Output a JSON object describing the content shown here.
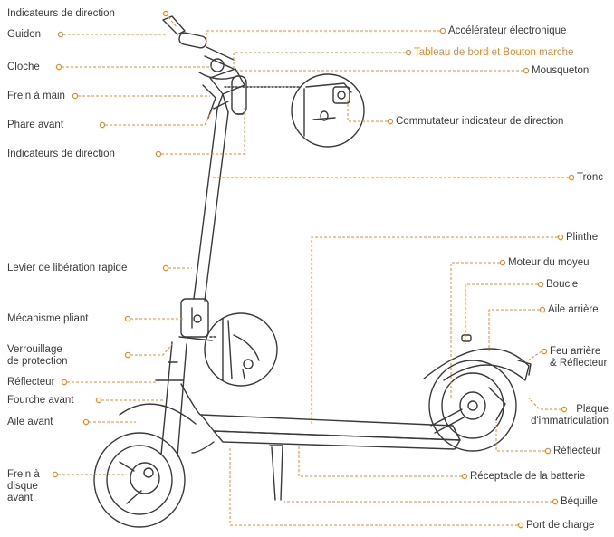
{
  "labels_left": [
    {
      "id": "indicateurs-direction-top",
      "text": "Indicateurs de direction"
    },
    {
      "id": "guidon",
      "text": "Guidon"
    },
    {
      "id": "cloche",
      "text": "Cloche"
    },
    {
      "id": "frein-main",
      "text": "Frein à main"
    },
    {
      "id": "phare-avant",
      "text": "Phare avant"
    },
    {
      "id": "indicateurs-direction-bottom",
      "text": "Indicateurs de direction"
    },
    {
      "id": "levier-liberation",
      "text": "Levier de libération rapide"
    },
    {
      "id": "mecanisme-pliant",
      "text": "Mécanisme pliant"
    },
    {
      "id": "verrouillage",
      "lines": [
        "Verrouillage",
        "de protection"
      ]
    },
    {
      "id": "reflecteur-front",
      "text": "Réflecteur"
    },
    {
      "id": "fourche-avant",
      "text": "Fourche avant"
    },
    {
      "id": "aile-avant",
      "text": "Aile avant"
    },
    {
      "id": "frein-disque",
      "lines": [
        "Frein à",
        "disque",
        "avant"
      ]
    }
  ],
  "labels_right": [
    {
      "id": "accelerateur",
      "text": "Accélérateur électronique"
    },
    {
      "id": "tableau-bord",
      "text": "Tableau de bord et Bouton marche",
      "highlight": true
    },
    {
      "id": "mousqueton",
      "text": "Mousqueton"
    },
    {
      "id": "commutateur",
      "text": "Commutateur indicateur de direction"
    },
    {
      "id": "tronc",
      "text": "Tronc"
    },
    {
      "id": "plinthe",
      "text": "Plinthe"
    },
    {
      "id": "moteur-moyeu",
      "text": "Moteur du moyeu"
    },
    {
      "id": "boucle",
      "text": "Boucle"
    },
    {
      "id": "aile-arriere",
      "text": "Aile arrière"
    },
    {
      "id": "feu-arriere",
      "lines": [
        "Feu arrière",
        "& Réflecteur"
      ]
    },
    {
      "id": "plaque",
      "lines": [
        "Plaque",
        "d'immatriculation"
      ]
    },
    {
      "id": "reflecteur-rear",
      "text": "Réflecteur"
    },
    {
      "id": "receptacle",
      "text": "Réceptacle de la batterie"
    },
    {
      "id": "bequille",
      "text": "Béquille"
    },
    {
      "id": "port-charge",
      "text": "Port de charge"
    }
  ],
  "colors": {
    "leader": "#e8892a",
    "label_text": "#3a3a3a",
    "highlight_text": "#e8892a",
    "drawing": "#3a3a3a"
  }
}
